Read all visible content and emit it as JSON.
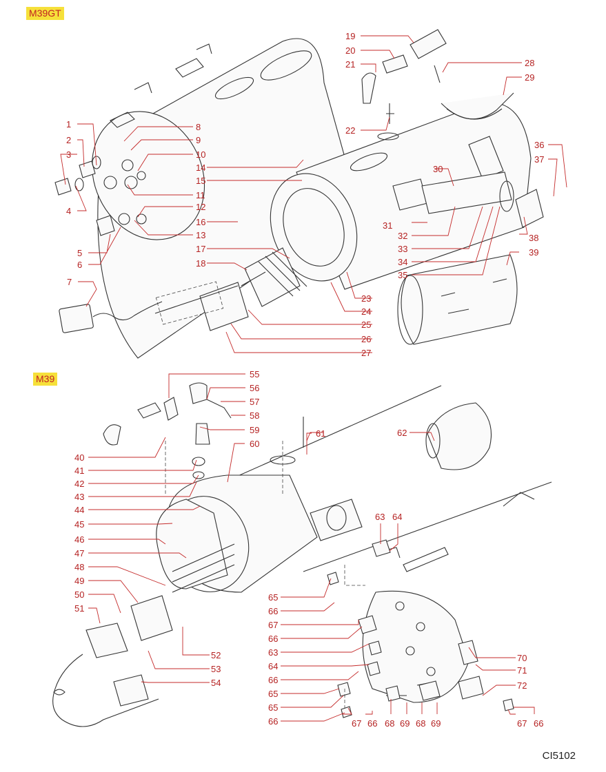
{
  "sections": {
    "top_model": "M39GT",
    "bottom_model": "M39"
  },
  "drawing_code": "CI5102",
  "parts_top": [
    "1",
    "2",
    "3",
    "4",
    "5",
    "6",
    "7",
    "8",
    "9",
    "10",
    "11",
    "12",
    "13",
    "14",
    "15",
    "16",
    "17",
    "18",
    "19",
    "20",
    "21",
    "22",
    "23",
    "24",
    "25",
    "26",
    "27",
    "28",
    "29",
    "30",
    "31",
    "32",
    "33",
    "34",
    "35",
    "36",
    "37",
    "38",
    "39"
  ],
  "parts_bottom": [
    "40",
    "41",
    "42",
    "43",
    "44",
    "45",
    "46",
    "47",
    "48",
    "49",
    "50",
    "51",
    "52",
    "53",
    "54",
    "55",
    "56",
    "57",
    "58",
    "59",
    "60",
    "61",
    "62",
    "63",
    "64",
    "65",
    "66",
    "67",
    "68",
    "69",
    "70",
    "71",
    "72"
  ],
  "colors": {
    "label": "#b52222",
    "leader": "#c42a2a",
    "model_tag_bg": "#f6e03a",
    "line_art": "#333333"
  }
}
